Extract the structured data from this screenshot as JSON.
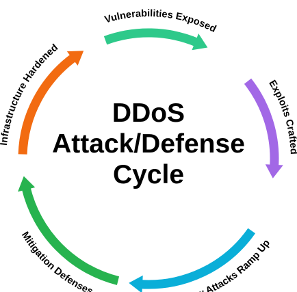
{
  "title_lines": [
    "DDoS",
    "Attack/Defense",
    "Cycle"
  ],
  "stages": [
    {
      "label": "Vulnerabilities Exposed",
      "color": "#2ec98a"
    },
    {
      "label": "Exploits Crafted",
      "color": "#a268e6"
    },
    {
      "label": "New Attacks Ramp Up",
      "color": "#0aaed8"
    },
    {
      "label": "Mitigation Defenses",
      "color": "#27b34f"
    },
    {
      "label": "Infrastructure Hardened",
      "color": "#f26b11"
    }
  ]
}
